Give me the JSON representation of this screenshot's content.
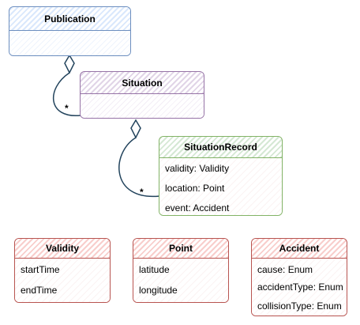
{
  "diagram": {
    "classes": {
      "publication": {
        "name": "Publication",
        "attributes": []
      },
      "situation": {
        "name": "Situation",
        "attributes": []
      },
      "situation_record": {
        "name": "SituationRecord",
        "attributes": [
          "validity: Validity",
          "location: Point",
          "event: Accident"
        ]
      },
      "validity": {
        "name": "Validity",
        "attributes": [
          "startTime",
          "endTime"
        ]
      },
      "point": {
        "name": "Point",
        "attributes": [
          "latitude",
          "longitude"
        ]
      },
      "accident": {
        "name": "Accident",
        "attributes": [
          "cause: Enum",
          "accidentType: Enum",
          "collisionType: Enum"
        ]
      }
    },
    "associations": [
      {
        "from": "Publication",
        "to": "Situation",
        "kind": "aggregation",
        "multiplicity": "*"
      },
      {
        "from": "Situation",
        "to": "SituationRecord",
        "kind": "aggregation",
        "multiplicity": "*"
      }
    ],
    "colors": {
      "blue": "#6c8ebf",
      "purple": "#9673a6",
      "green": "#82b366",
      "red": "#b85450",
      "link": "#23445d"
    }
  }
}
